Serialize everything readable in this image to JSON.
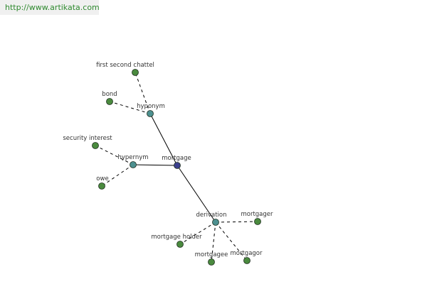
{
  "site": {
    "url_text": "http://www.artikata.com"
  },
  "colors": {
    "background": "#ffffff",
    "banner_bg": "#f0f0f0",
    "banner_text": "#2f8a2f",
    "root_node": "#3b3f8c",
    "relation_node": "#4d9090",
    "word_node": "#4a8a3e",
    "edge": "#000000",
    "label": "#333333"
  },
  "graph": {
    "nodes": [
      {
        "id": "mortgage",
        "label": "mortgage",
        "kind": "root"
      },
      {
        "id": "hyponym",
        "label": "hyponym",
        "kind": "relation"
      },
      {
        "id": "hypernym",
        "label": "hypernym",
        "kind": "relation"
      },
      {
        "id": "derivation",
        "label": "derivation",
        "kind": "relation"
      },
      {
        "id": "first-second-chattel",
        "label": "first second chattel",
        "kind": "word"
      },
      {
        "id": "bond",
        "label": "bond",
        "kind": "word"
      },
      {
        "id": "security-interest",
        "label": "security interest",
        "kind": "word"
      },
      {
        "id": "owe",
        "label": "owe",
        "kind": "word"
      },
      {
        "id": "mortgager",
        "label": "mortgager",
        "kind": "word"
      },
      {
        "id": "mortgage-holder",
        "label": "mortgage holder",
        "kind": "word"
      },
      {
        "id": "mortgagee",
        "label": "mortgagee",
        "kind": "word"
      },
      {
        "id": "mortgagor",
        "label": "mortgagor",
        "kind": "word"
      }
    ],
    "edges": [
      {
        "from": "mortgage",
        "to": "hyponym",
        "style": "solid"
      },
      {
        "from": "mortgage",
        "to": "hypernym",
        "style": "solid"
      },
      {
        "from": "mortgage",
        "to": "derivation",
        "style": "solid"
      },
      {
        "from": "hyponym",
        "to": "first-second-chattel",
        "style": "dashed"
      },
      {
        "from": "hyponym",
        "to": "bond",
        "style": "dashed"
      },
      {
        "from": "hypernym",
        "to": "security-interest",
        "style": "dashed"
      },
      {
        "from": "hypernym",
        "to": "owe",
        "style": "dashed"
      },
      {
        "from": "derivation",
        "to": "mortgager",
        "style": "dashed"
      },
      {
        "from": "derivation",
        "to": "mortgage-holder",
        "style": "dashed"
      },
      {
        "from": "derivation",
        "to": "mortgagee",
        "style": "dashed"
      },
      {
        "from": "derivation",
        "to": "mortgagor",
        "style": "dashed"
      }
    ]
  }
}
